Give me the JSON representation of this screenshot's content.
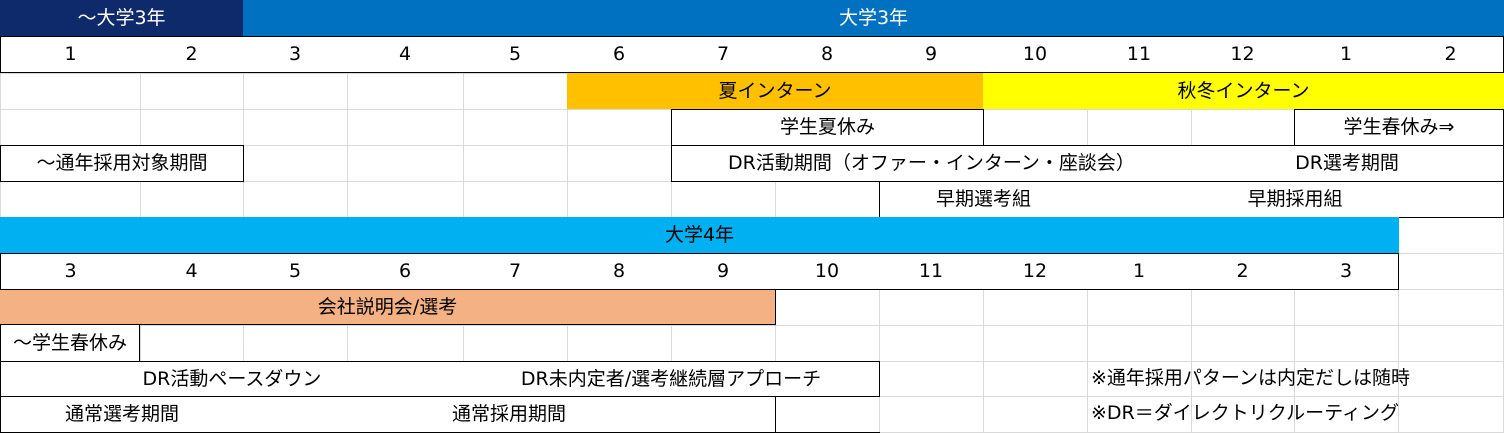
{
  "colors": {
    "year_header_prev": "#0e2a6b",
    "year_header_y3": "#0070c0",
    "year_header_y4": "#00b0f0",
    "summer_intern": "#ffc000",
    "winter_intern": "#ffff00",
    "briefing": "#f4b183",
    "header_text_light": "#ffffff"
  },
  "section1": {
    "header_prev": "〜大学3年",
    "header_year": "大学3年",
    "months": [
      "1",
      "2",
      "3",
      "4",
      "5",
      "6",
      "7",
      "8",
      "9",
      "10",
      "11",
      "12",
      "1",
      "2"
    ],
    "summer_intern": "夏インターン",
    "autumn_winter_intern": "秋冬インターン",
    "summer_vacation": "学生夏休み",
    "spring_vacation": "学生春休み⇒",
    "year_round_period": "〜通年採用対象期間",
    "dr_activity": "DR活動期間（オファー・インターン・座談会）",
    "dr_selection": "DR選考期間",
    "early_selection": "早期選考組",
    "early_hiring": "早期採用組"
  },
  "section2": {
    "header_year": "大学4年",
    "months": [
      "3",
      "4",
      "5",
      "6",
      "7",
      "8",
      "9",
      "10",
      "11",
      "12",
      "1",
      "2",
      "3"
    ],
    "briefing_selection": "会社説明会/選考",
    "spring_vacation": "〜学生春休み",
    "dr_pace_down": "DR活動ペースダウン",
    "dr_approach": "DR未内定者/選考継続層アプローチ",
    "note_year_round": "※通年採用パターンは内定だしは随時",
    "normal_selection": "通常選考期間",
    "normal_hiring": "通常採用期間",
    "note_dr": "※DR＝ダイレクトリクルーティング"
  }
}
